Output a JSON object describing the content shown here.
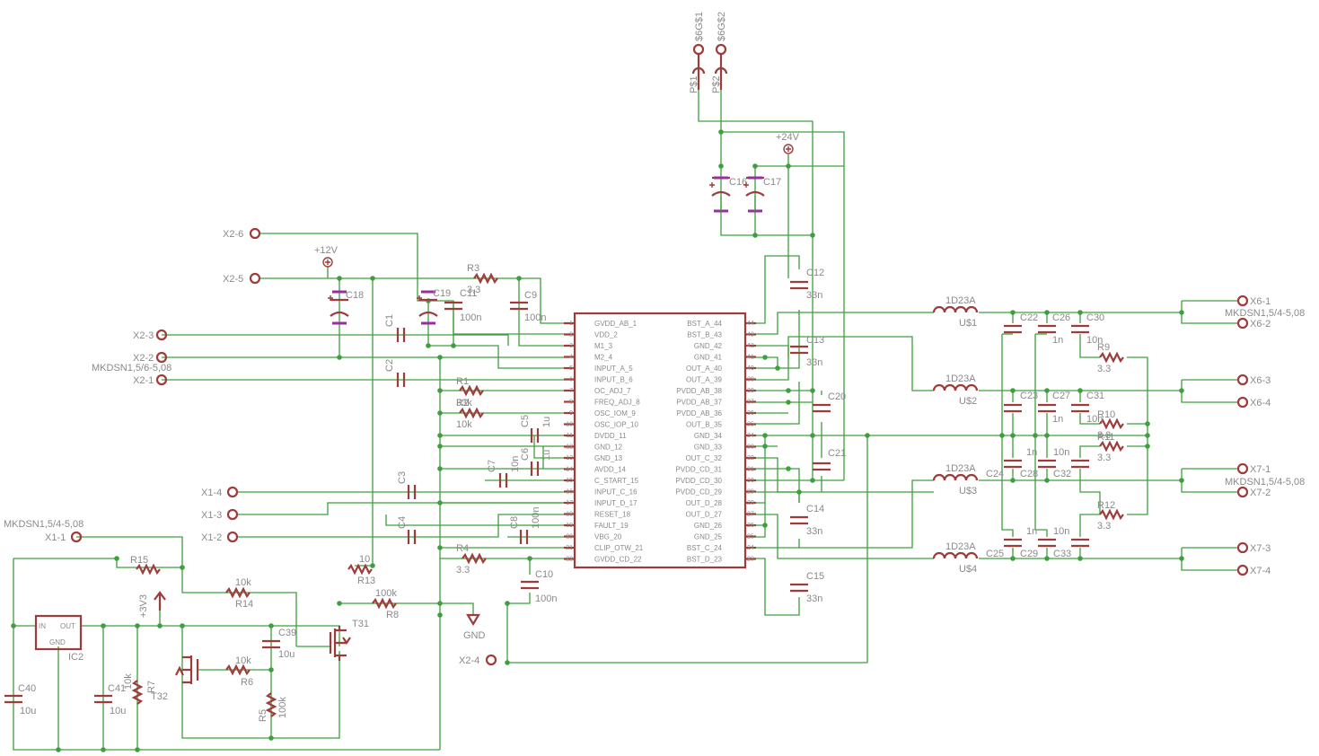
{
  "chip": {
    "left_pins": [
      "GVDD_AB_1",
      "VDD_2",
      "M1_3",
      "M2_4",
      "INPUT_A_5",
      "INPUT_B_6",
      "OC_ADJ_7",
      "FREQ_ADJ_8",
      "OSC_IOM_9",
      "OSC_IOP_10",
      "DVDD_11",
      "GND_12",
      "GND_13",
      "AVDD_14",
      "C_START_15",
      "INPUT_C_16",
      "INPUT_D_17",
      "RESET_18",
      "FAULT_19",
      "VBG_20",
      "CLIP_OTW_21",
      "GVDD_CD_22"
    ],
    "right_pins": [
      "BST_A_44",
      "BST_B_43",
      "GND_42",
      "GND_41",
      "OUT_A_40",
      "OUT_A_39",
      "PVDD_AB_38",
      "PVDD_AB_37",
      "PVDD_AB_36",
      "OUT_B_35",
      "GND_34",
      "GND_33",
      "OUT_C_32",
      "PVDD_CD_31",
      "PVDD_CD_30",
      "PVDD_CD_29",
      "OUT_D_28",
      "OUT_D_27",
      "GND_26",
      "GND_25",
      "BST_C_24",
      "BST_D_23"
    ],
    "left_nums": [
      "1",
      "2",
      "3",
      "4",
      "5",
      "6",
      "7",
      "8",
      "9",
      "10",
      "11",
      "12",
      "13",
      "14",
      "15",
      "16",
      "17",
      "18",
      "19",
      "20",
      "21",
      "22"
    ],
    "right_nums": [
      "44",
      "43",
      "42",
      "41",
      "40",
      "39",
      "38",
      "37",
      "36",
      "35",
      "34",
      "33",
      "32",
      "31",
      "30",
      "29",
      "28",
      "27",
      "26",
      "25",
      "24",
      "23"
    ]
  },
  "connectors": {
    "x2_6": "X2-6",
    "x2_5": "X2-5",
    "x2_3": "X2-3",
    "x2_2": "X2-2",
    "x2_1": "X2-1",
    "x2_4": "X2-4",
    "x2_type": "MKDSN1,5/6-5,08",
    "x1_4": "X1-4",
    "x1_3": "X1-3",
    "x1_2": "X1-2",
    "x1_1": "X1-1",
    "x1_type": "MKDSN1,5/4-5,08",
    "x6_1": "X6-1",
    "x6_2": "X6-2",
    "x6_3": "X6-3",
    "x6_4": "X6-4",
    "x6_type": "MKDSN1,5/4-5,08",
    "x7_1": "X7-1",
    "x7_2": "X7-2",
    "x7_3": "X7-3",
    "x7_4": "X7-4",
    "x7_type": "MKDSN1,5/4-5,08",
    "p1": "P$1",
    "p2": "P$2",
    "g1": "$6G$1",
    "g2": "$6G$2"
  },
  "power": {
    "v12": "+12V",
    "v24": "+24V",
    "v33": "+3V3",
    "gnd": "GND"
  },
  "parts": {
    "R1": "R1",
    "R1v": "33k",
    "R2": "R2",
    "R2v": "10k",
    "R3": "R3",
    "R3v": "3,3",
    "R4": "R4",
    "R4v": "3.3",
    "R5": "R5",
    "R5v": "100k",
    "R6": "R6",
    "R6v": "10k",
    "R7": "R7",
    "R7v": "10k",
    "R8": "R8",
    "R8v": "100k",
    "R9": "R9",
    "R9v": "3.3",
    "R10": "R10",
    "R10v": "3.3",
    "R11": "R11",
    "R11v": "3.3",
    "R12": "R12",
    "R12v": "3.3",
    "R13": "R13",
    "R13v": "10",
    "R14": "R14",
    "R14v": "10k",
    "R15": "R15",
    "C1": "C1",
    "C2": "C2",
    "C3": "C3",
    "C4": "C4",
    "C5": "C5",
    "C5v": "1u",
    "C6": "C6",
    "C6v": "1u",
    "C7": "C7",
    "C7v": "10n",
    "C8": "C8",
    "C8v": "100n",
    "C9": "C9",
    "C9v": "100n",
    "C10": "C10",
    "C10v": "100n",
    "C11": "C11",
    "C11v": "100n",
    "C12": "C12",
    "C12v": "33n",
    "C13": "C13",
    "C13v": "33n",
    "C14": "C14",
    "C14v": "33n",
    "C15": "C15",
    "C15v": "33n",
    "C16": "C16",
    "C17": "C17",
    "C18": "C18",
    "C19": "C19",
    "C20": "C20",
    "C21": "C21",
    "C22": "C22",
    "C23": "C23",
    "C24": "C24",
    "C25": "C25",
    "C26": "C26",
    "C26v": "1n",
    "C27": "C27",
    "C27v": "1n",
    "C28": "C28",
    "C28v": "1n",
    "C29": "C29",
    "C29v": "1n",
    "C30": "C30",
    "C30v": "10n",
    "C31": "C31",
    "C31v": "10n",
    "C32": "C32",
    "C32v": "10n",
    "C33": "C33",
    "C33v": "10n",
    "C39": "C39",
    "C39v": "10u",
    "C40": "C40",
    "C40v": "10u",
    "C41": "C41",
    "C41v": "10u",
    "L1": "1D23A",
    "U1": "U$1",
    "L2": "1D23A",
    "U2": "U$2",
    "L3": "1D23A",
    "U3": "U$3",
    "L4": "1D23A",
    "U4": "U$4",
    "T31": "T31",
    "T32": "T32",
    "IC2": "IC2",
    "ic_in": "IN",
    "ic_out": "OUT",
    "ic_gnd": "GND"
  }
}
